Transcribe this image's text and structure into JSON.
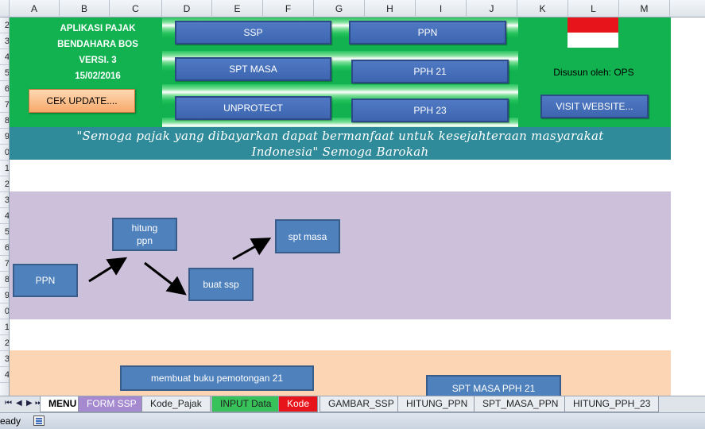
{
  "columns": [
    "A",
    "B",
    "C",
    "D",
    "E",
    "F",
    "G",
    "H",
    "I",
    "J",
    "K",
    "L",
    "M"
  ],
  "rows": [
    "2",
    "3",
    "4",
    "5",
    "6",
    "7",
    "8",
    "9",
    "0",
    "1",
    "2",
    "3",
    "4",
    "5",
    "6",
    "7",
    "8",
    "9",
    "0",
    "1",
    "2",
    "3",
    "4"
  ],
  "header": {
    "app_lines": [
      "APLIKASI PAJAK",
      "BENDAHARA BOS",
      "VERSI. 3",
      "15/02/2016"
    ],
    "cek_update": "CEK UPDATE....",
    "author": "Disusun oleh: OPS",
    "visit_website": "VISIT WEBSITE..."
  },
  "menu_buttons": {
    "ssp": "SSP",
    "ppn": "PPN",
    "spt_masa": "SPT MASA",
    "pph21": "PPH 21",
    "unprotect": "UNPROTECT",
    "pph23": "PPH 23"
  },
  "quote": {
    "line1": "\"Semoga pajak yang dibayarkan dapat bermanfaat untuk kesejahteraan masyarakat",
    "line2": "Indonesia\" Semoga Barokah"
  },
  "flow_ppn": {
    "ppn": "PPN",
    "hitung_ppn": "hitung ppn",
    "buat_ssp": "buat ssp",
    "spt_masa": "spt masa"
  },
  "flow_pph21": {
    "buku": "membuat buku pemotongan 21",
    "spt_masa_pph21": "SPT MASA PPH 21"
  },
  "tabs": [
    "MENU",
    "FORM SSP",
    "Kode_Pajak",
    "INPUT Data",
    "Kode",
    "GAMBAR_SSP",
    "HITUNG_PPN",
    "SPT_MASA_PPN",
    "HITUNG_PPH_23"
  ],
  "status": "eady",
  "colors": {
    "green_band": "#11b24f",
    "quote_band": "#2f8a9a",
    "lilac": "#ccc0da",
    "peach": "#fcd5b4",
    "button_blue": "#4f81bd"
  }
}
